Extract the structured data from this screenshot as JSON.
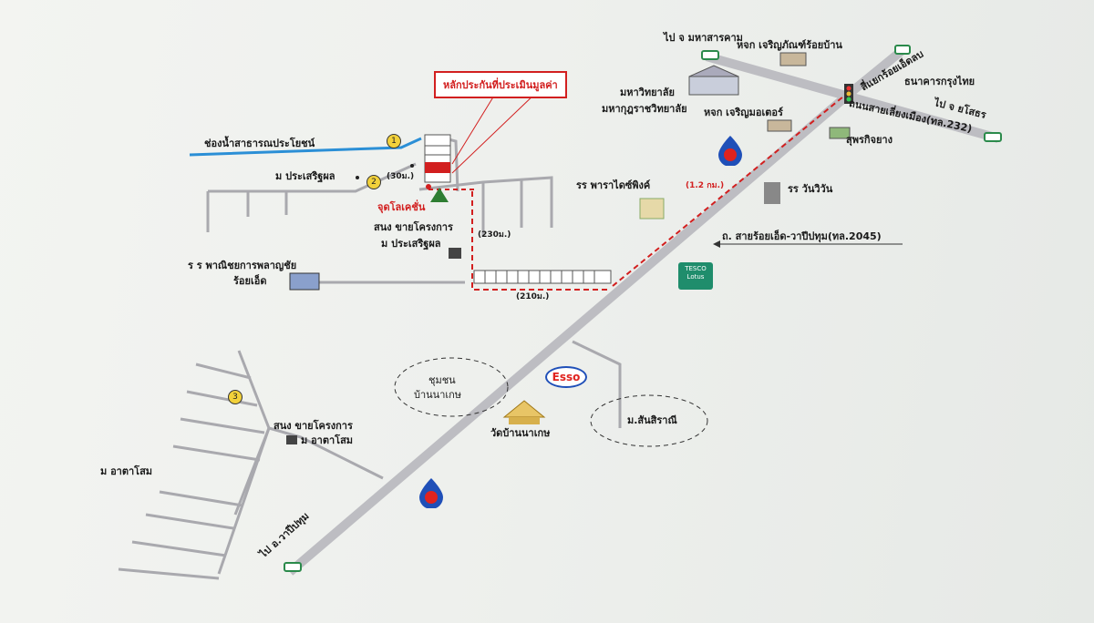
{
  "callout": {
    "title": "หลักประกันที่ประเมินมูลค่า"
  },
  "labels": {
    "canal": "ช่องน้ำสาธารณประโยชน์",
    "village_prasertphon": "ม ประเสริฐผล",
    "distance_30m": "(30ม.)",
    "location_point": "จุดโลเคชั่น",
    "sales_office_1": "สนง ขายโครงการ",
    "village_prasertphon_2": "ม ประเสริฐผล",
    "distance_230m": "(230ม.)",
    "distance_210m": "(210ม.)",
    "commerce_college": "ร ร พาณิชยการพลาญชัย",
    "commerce_college_2": "ร้อยเอ็ด",
    "school_paradise": "รร พาราไดซ์พิงค์",
    "distance_12km": "(1.2 กม.)",
    "school_winwin": "รร วันวิวัน",
    "road_main": "ถ. สายร้อยเอ็ด-วาปีปทุม(ทล.2045)",
    "university": "มหาวิทยาลัย",
    "university_2": "มหากุฎราชวิทยาลัย",
    "shop_top": "หจก เจริญภัณฑ์ร้อยบ้าน",
    "to_maha": "ไป จ มหาสารคาม",
    "intersection": "สี่แยกร้อยเอ็ดลบ",
    "shop_2": "หจก เจริญมอเตอร์",
    "supphakit": "สุพรกิจยาง",
    "road_232": "ถนนสายเลี่ยงเมือง(ทล.232)",
    "to_yaso": "ไป จ ยโสธร",
    "bankok": "ธนาคารกรุงไทย",
    "community": "ชุมชน",
    "community_2": "บ้านนาเกษ",
    "temple": "วัดบ้านนาเกษ",
    "village_sansiri": "ม.สันสิราณี",
    "sales_office_2": "สนง ขายโครงการ",
    "village_athasom": "ม อาตาโสม",
    "village_athasom_2": "ม อาตาโสม",
    "to_wapi": "ไป อ.วาปีปทุม",
    "esso": "Esso",
    "tesco": "TESCO Lotus"
  },
  "markers": {
    "m1": "1",
    "m2": "2",
    "m3": "3"
  },
  "colors": {
    "road": "#bdbdc2",
    "route": "#d21f1f",
    "canal": "#2b8fd6",
    "tesco": "#1f8d6c"
  }
}
